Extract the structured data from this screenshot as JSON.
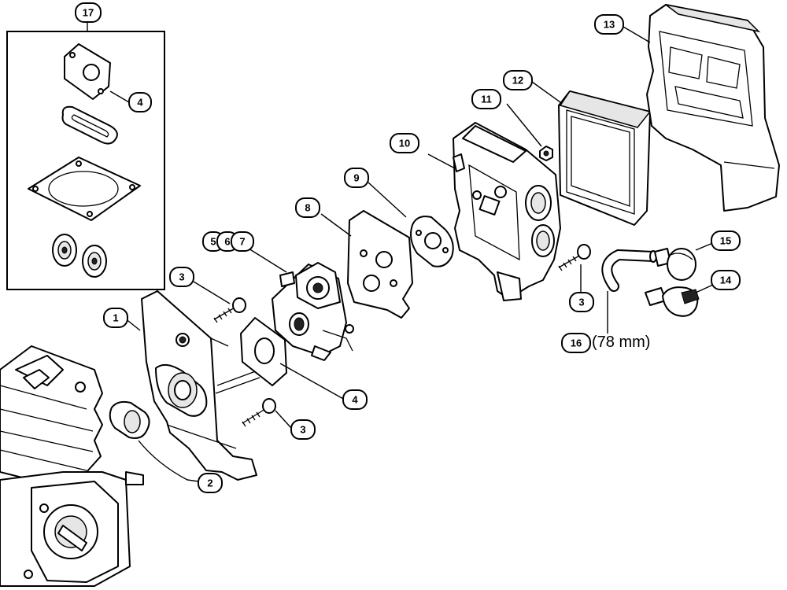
{
  "diagram": {
    "callouts": [
      {
        "id": "c17",
        "label": "17"
      },
      {
        "id": "c4a",
        "label": "4"
      },
      {
        "id": "c13",
        "label": "13"
      },
      {
        "id": "c12",
        "label": "12"
      },
      {
        "id": "c11",
        "label": "11"
      },
      {
        "id": "c10",
        "label": "10"
      },
      {
        "id": "c9",
        "label": "9"
      },
      {
        "id": "c8",
        "label": "8"
      },
      {
        "id": "c5",
        "label": "5"
      },
      {
        "id": "c6",
        "label": "6"
      },
      {
        "id": "c7",
        "label": "7"
      },
      {
        "id": "c3a",
        "label": "3"
      },
      {
        "id": "c1",
        "label": "1"
      },
      {
        "id": "c15",
        "label": "15"
      },
      {
        "id": "c14",
        "label": "14"
      },
      {
        "id": "c3b",
        "label": "3"
      },
      {
        "id": "c16",
        "label": "16"
      },
      {
        "id": "c4b",
        "label": "4"
      },
      {
        "id": "c3c",
        "label": "3"
      },
      {
        "id": "c2",
        "label": "2"
      }
    ],
    "dimension_note": "(78 mm)"
  }
}
